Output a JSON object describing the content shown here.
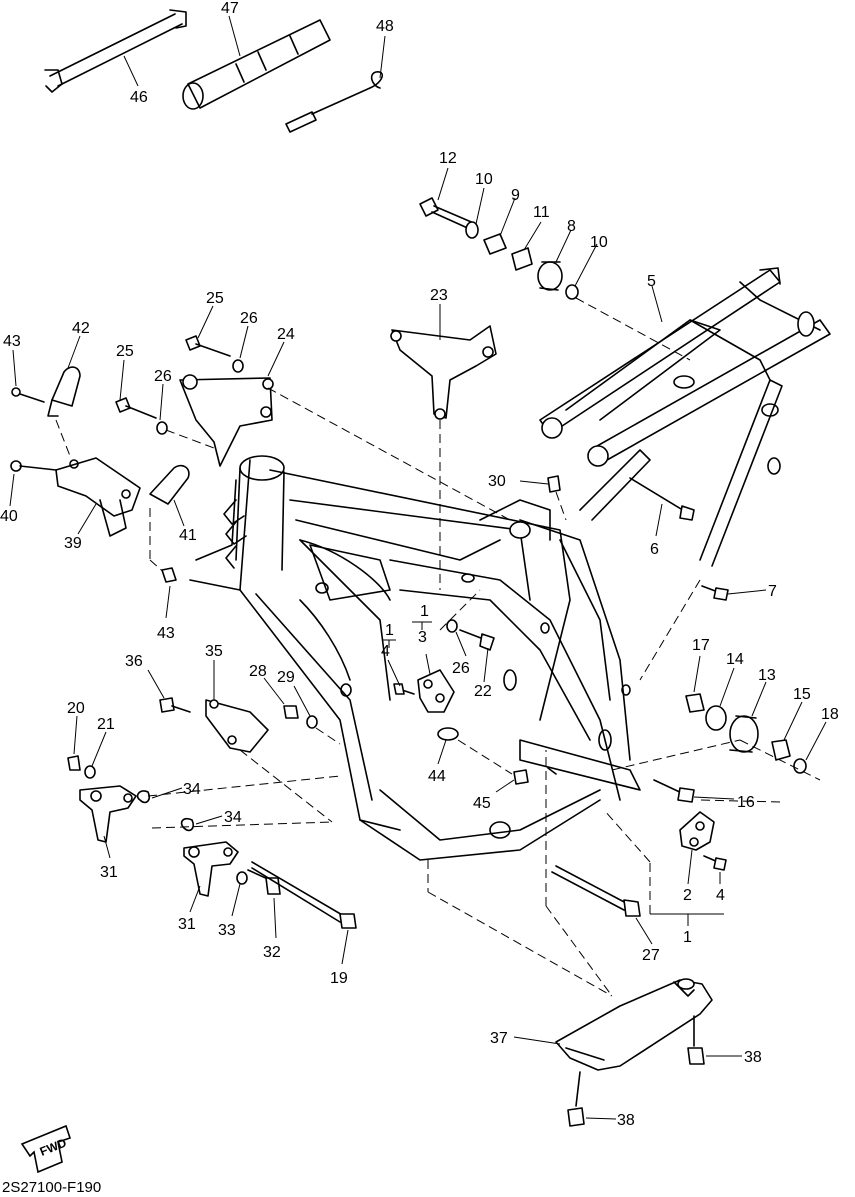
{
  "diagram": {
    "code": "2S27100-F190",
    "fwd_label": "FWD",
    "callouts": [
      {
        "id": "c47",
        "label": "47"
      },
      {
        "id": "c48",
        "label": "48"
      },
      {
        "id": "c46",
        "label": "46"
      },
      {
        "id": "c12",
        "label": "12"
      },
      {
        "id": "c10a",
        "label": "10"
      },
      {
        "id": "c9",
        "label": "9"
      },
      {
        "id": "c11",
        "label": "11"
      },
      {
        "id": "c8",
        "label": "8"
      },
      {
        "id": "c10b",
        "label": "10"
      },
      {
        "id": "c5",
        "label": "5"
      },
      {
        "id": "c23",
        "label": "23"
      },
      {
        "id": "c25a",
        "label": "25"
      },
      {
        "id": "c26a",
        "label": "26"
      },
      {
        "id": "c24",
        "label": "24"
      },
      {
        "id": "c43a",
        "label": "43"
      },
      {
        "id": "c42",
        "label": "42"
      },
      {
        "id": "c25b",
        "label": "25"
      },
      {
        "id": "c26b",
        "label": "26"
      },
      {
        "id": "c30",
        "label": "30"
      },
      {
        "id": "c40",
        "label": "40"
      },
      {
        "id": "c39",
        "label": "39"
      },
      {
        "id": "c41",
        "label": "41"
      },
      {
        "id": "c6",
        "label": "6"
      },
      {
        "id": "c7",
        "label": "7"
      },
      {
        "id": "c43b",
        "label": "43"
      },
      {
        "id": "c1a",
        "label": "1"
      },
      {
        "id": "c1b",
        "label": "1"
      },
      {
        "id": "c4a",
        "label": "4"
      },
      {
        "id": "c3",
        "label": "3"
      },
      {
        "id": "c26c",
        "label": "26"
      },
      {
        "id": "c22",
        "label": "22"
      },
      {
        "id": "c17",
        "label": "17"
      },
      {
        "id": "c14",
        "label": "14"
      },
      {
        "id": "c13",
        "label": "13"
      },
      {
        "id": "c15",
        "label": "15"
      },
      {
        "id": "c18",
        "label": "18"
      },
      {
        "id": "c36",
        "label": "36"
      },
      {
        "id": "c35",
        "label": "35"
      },
      {
        "id": "c28",
        "label": "28"
      },
      {
        "id": "c29",
        "label": "29"
      },
      {
        "id": "c20",
        "label": "20"
      },
      {
        "id": "c21",
        "label": "21"
      },
      {
        "id": "c44",
        "label": "44"
      },
      {
        "id": "c45",
        "label": "45"
      },
      {
        "id": "c16",
        "label": "16"
      },
      {
        "id": "c34a",
        "label": "34"
      },
      {
        "id": "c34b",
        "label": "34"
      },
      {
        "id": "c31a",
        "label": "31"
      },
      {
        "id": "c31b",
        "label": "31"
      },
      {
        "id": "c33",
        "label": "33"
      },
      {
        "id": "c32",
        "label": "32"
      },
      {
        "id": "c19",
        "label": "19"
      },
      {
        "id": "c2",
        "label": "2"
      },
      {
        "id": "c4b",
        "label": "4"
      },
      {
        "id": "c1c",
        "label": "1"
      },
      {
        "id": "c27",
        "label": "27"
      },
      {
        "id": "c37",
        "label": "37"
      },
      {
        "id": "c38a",
        "label": "38"
      },
      {
        "id": "c38b",
        "label": "38"
      }
    ]
  }
}
